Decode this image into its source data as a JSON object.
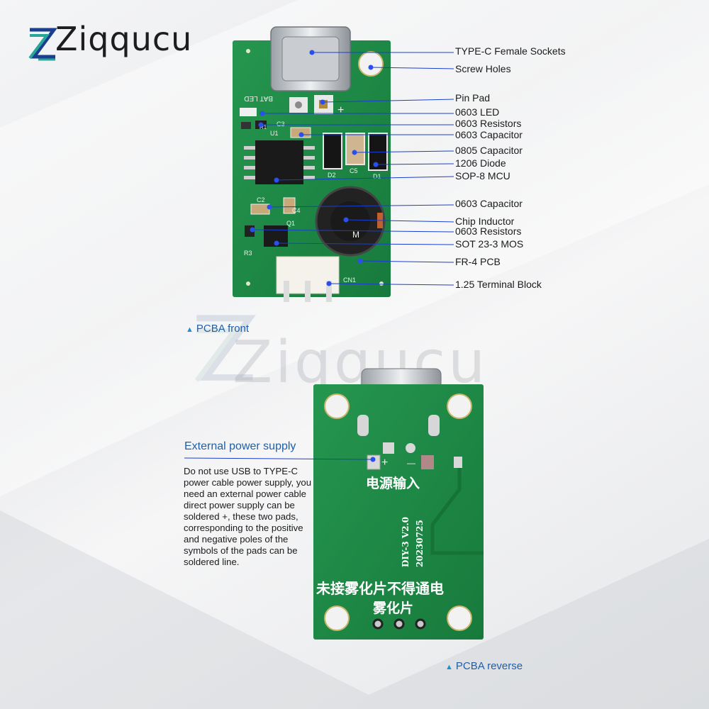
{
  "brand": {
    "name": "Ziqqucu"
  },
  "watermark": {
    "text": "Ziqqucu"
  },
  "front_labels": [
    "TYPE-C Female Sockets",
    "Screw Holes",
    "Pin Pad",
    "0603 LED",
    "0603 Resistors",
    "0603 Capacitor",
    "0805 Capacitor",
    "1206 Diode",
    "SOP-8 MCU",
    "0603 Capacitor",
    "Chip Inductor",
    "0603 Resistors",
    "SOT 23-3 MOS",
    "FR-4 PCB",
    "1.25 Terminal Block"
  ],
  "front_caption": "PCBA front",
  "reverse_caption": "PCBA reverse",
  "external_power": {
    "title": "External power supply",
    "description": "Do not use USB to TYPE-C power cable power supply, you need an external power cable direct power supply can be soldered +, these two pads, corresponding to the positive and negative poles of the symbols of the pads can be soldered line."
  },
  "front_silkscreen": {
    "bat_led": "BAT LED",
    "plus": "+",
    "u1": "U1",
    "c3": "C3",
    "r1": "R1",
    "d2": "D2",
    "c5": "C5",
    "d1": "D1",
    "c2": "C2",
    "c4": "C4",
    "q1": "Q1",
    "r3": "R3",
    "cn1": "CN1",
    "inductor_mark": "M"
  },
  "reverse_silkscreen": {
    "plus": "+",
    "minus": "—",
    "power_input": "电源输入",
    "version": "DIY-3 V2.0",
    "date": "20230725",
    "warning": "未接雾化片不得通电",
    "atomizer": "雾化片"
  },
  "colors": {
    "pcb_green": "#1f8c48",
    "label_text": "#1b1b1b",
    "caption_blue": "#1f5fa8",
    "leader_line": "#1a3fcf"
  }
}
